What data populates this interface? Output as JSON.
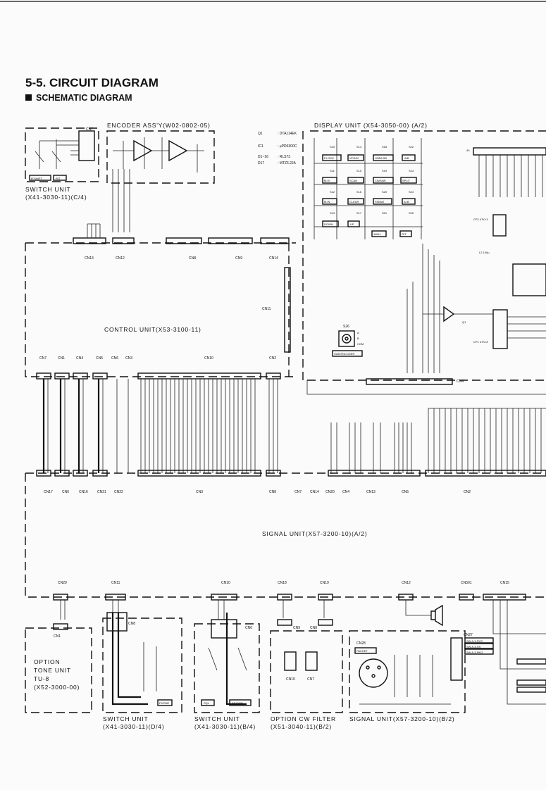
{
  "page": {
    "heading": "5-5. CIRCUIT DIAGRAM",
    "subheading": "SCHEMATIC DIAGRAM"
  },
  "units": {
    "switch_unit_c4": {
      "name": "SWITCH UNIT",
      "part": "(X41-3030-11)(C/4)"
    },
    "encoder": {
      "name": "ENCODER ASS'Y(W02-0802-05)"
    },
    "display": {
      "name": "DISPLAY UNIT (X54-3050-00) (A/2)"
    },
    "control": {
      "name": "CONTROL UNIT(X53-3100-11)"
    },
    "signal_a2": {
      "name": "SIGNAL UNIT(X57-3200-10)(A/2)"
    },
    "signal_b2": {
      "name": "SIGNAL UNIT(X57-3200-10)(B/2)"
    },
    "tone": {
      "line1": "OPTION",
      "line2": "TONE UNIT",
      "line3": "TU-8",
      "line4": "(X52-3000-00)"
    },
    "switch_unit_d4": {
      "name": "SWITCH UNIT",
      "part": "(X41-3030-11)(D/4)"
    },
    "switch_unit_b4": {
      "name": "SWITCH UNIT",
      "part": "(X41-3030-11)(B/4)"
    },
    "cw_filter": {
      "name": "OPTION CW FILTER",
      "part": "(X51-3040-11)(B/2)"
    }
  },
  "parts": [
    {
      "ref": "Q1",
      "value": ": DTA114EK"
    },
    {
      "ref": "IC1",
      "value": ": μPD6300C"
    },
    {
      "ref": "D1~16",
      "value": ": RLS73"
    },
    {
      "ref": "D17",
      "value": ": MTZ6.2JA"
    }
  ],
  "switches": [
    {
      "id": "S10",
      "label": "F.LOCK"
    },
    {
      "id": "S14",
      "label": "VFO/M"
    },
    {
      "id": "S18",
      "label": "USB/LSB"
    },
    {
      "id": "S22",
      "label": "A/B"
    },
    {
      "id": "S11",
      "label": "M>V"
    },
    {
      "id": "S15",
      "label": "SCAN"
    },
    {
      "id": "S19",
      "label": "CW/N/W"
    },
    {
      "id": "S23",
      "label": "SPLIT"
    },
    {
      "id": "S12",
      "label": "M.IN"
    },
    {
      "id": "S16",
      "label": "CLEAR"
    },
    {
      "id": "S20",
      "label": "FM/AM"
    },
    {
      "id": "S24",
      "label": "A=B"
    },
    {
      "id": "S13",
      "label": "DOWN"
    },
    {
      "id": "S17",
      "label": "UP"
    },
    {
      "id": "S21",
      "label": "1MHz"
    },
    {
      "id": "S25",
      "label": "RIT"
    }
  ],
  "encoder_switch": {
    "id": "S26",
    "label": "SUB ENCODER",
    "pins": [
      "A",
      "B",
      "COM"
    ]
  },
  "connectors": {
    "cn13": "CN13",
    "cn12": "CN12",
    "cn8": "CN8",
    "cn9": "CN9",
    "cn14": "CN14",
    "cn11": "CN11",
    "cn2": "CN2",
    "cn4": "CN4",
    "cn7": "CN7",
    "cn1": "CN1",
    "cn5": "CN5",
    "cn6": "CN6",
    "cn3": "CN3",
    "cn10": "CN10",
    "sig_row": [
      "CN17",
      "CN6",
      "CN16",
      "CN21",
      "CN22",
      "CN3",
      "CN8",
      "CN7",
      "CN14",
      "CN20",
      "CN4",
      "CN13",
      "CN5",
      "CN2"
    ],
    "bottom": [
      "CN29",
      "CN11",
      "CN10",
      "CN18",
      "CN19",
      "CN12",
      "CN501",
      "CN15"
    ]
  },
  "switch_panel": {
    "if_shift": "IF.SHIFT",
    "rit": "RIT",
    "cn7": "CN7"
  },
  "knobs": {
    "phone": "PHONE",
    "sql": "SQL",
    "af_gain": "AF.GAIN"
  },
  "signal_b2_labels": [
    "CN27",
    "CN28",
    "PACKET",
    "SW A-3-PKS",
    "SW A-3-SS",
    "SW A-3-PKO"
  ],
  "display_misc": {
    "lz": "L2 100μ",
    "cp2": "CP2 47K×3",
    "cp1": "CP1 47K×8",
    "q1": "Q1",
    "pin40": "40"
  }
}
